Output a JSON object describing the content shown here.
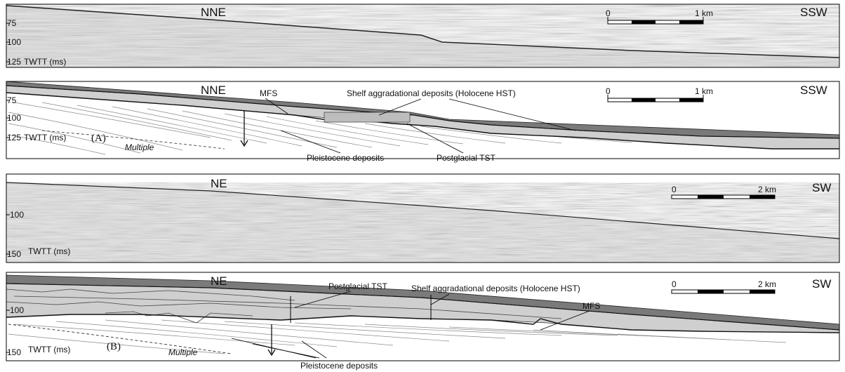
{
  "panel1": {
    "dir_left": "NNE",
    "dir_right": "SSW",
    "scale_start": "0",
    "scale_end": "1 km",
    "tick_75": "75",
    "tick_100": "100",
    "tick_125": "125",
    "axis_unit": "TWTT (ms)"
  },
  "panel2": {
    "dir_left": "NNE",
    "dir_right": "SSW",
    "scale_start": "0",
    "scale_end": "1 km",
    "tick_75": "75",
    "tick_100": "100",
    "tick_125": "125",
    "axis_unit": "TWTT (ms)",
    "letter": "(A)",
    "mfs": "MFS",
    "shelf": "Shelf aggradational deposits (Holocene HST)",
    "pleistocene": "Pleistocene deposits",
    "postglacial": "Postglacial TST",
    "multiple": "Multiple"
  },
  "panel3": {
    "dir_left": "NE",
    "dir_right": "SW",
    "scale_start": "0",
    "scale_end": "2 km",
    "tick_100": "100",
    "tick_150": "150",
    "axis_unit": "TWTT (ms)"
  },
  "panel4": {
    "dir_left": "NE",
    "dir_right": "SW",
    "scale_start": "0",
    "scale_end": "2 km",
    "tick_100": "100",
    "tick_150": "150",
    "axis_unit": "TWTT (ms)",
    "letter": "(B)",
    "postglacial": "Postglacial TST",
    "shelf": "Shelf aggradational deposits (Holocene HST)",
    "mfs": "MFS",
    "multiple": "Multiple",
    "pleistocene": "Pleistocene deposits"
  }
}
